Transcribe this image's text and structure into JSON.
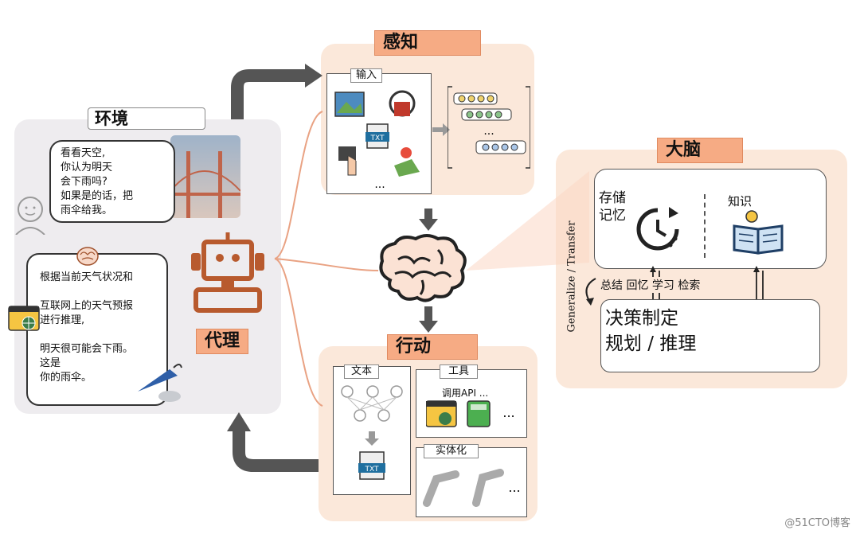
{
  "environment": {
    "title": "环境",
    "speech_lines": [
      "看看天空,",
      "你认为明天",
      "会下雨吗?",
      "如果是的话，把",
      "雨伞给我。"
    ]
  },
  "agent": {
    "title": "代理",
    "reply_lines": [
      "根据当前天气状况和",
      "",
      "互联网上的天气预报",
      "进行推理,",
      "",
      "明天很可能会下雨。",
      "这是",
      "你的雨伞。"
    ]
  },
  "perception": {
    "title": "感知",
    "input_label": "输入",
    "file_badge": "TXT",
    "ellipsis": "..."
  },
  "action": {
    "title": "行动",
    "text_label": "文本",
    "tools_label": "工具",
    "tools_call": "调用API ...",
    "embodiment_label": "实体化",
    "file_badge": "TXT",
    "ellipsis": "..."
  },
  "brain": {
    "title": "大脑",
    "memory_label": "存储\n记忆",
    "knowledge_label": "知识",
    "ops": "总结 回忆 学习 检索",
    "decision_line1": "决策制定",
    "decision_line2": "规划 / 推理",
    "side_label": "Generalize / Transfer"
  },
  "watermark": "@51CTO博客",
  "colors": {
    "accent": "#f6ab84",
    "panel": "#fbe8da",
    "arrow": "#555555",
    "link": "#e9a283"
  }
}
